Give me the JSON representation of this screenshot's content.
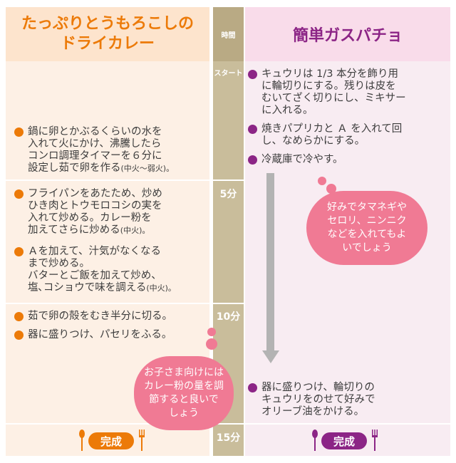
{
  "header": {
    "left_title_line1": "たっぷりとうもろこしの",
    "left_title_line2": "ドライカレー",
    "time_title": "時間",
    "right_title": "簡単ガスパチョ"
  },
  "times": [
    "スタート",
    "5分",
    "10分",
    "15分"
  ],
  "left_steps": {
    "s1": [
      "鍋に卵とかぶるくらいの水を",
      "入れて火にかけ、沸騰したら",
      "コンロ調理タイマーを６分に",
      "設定し茹で卵を作る"
    ],
    "s1_note": "(中火〜弱火)。",
    "s2": [
      "フライパンをあたため、炒め",
      "ひき肉とトウモロコシの実を",
      "入れて炒める。カレー粉を",
      "加えてさらに炒める"
    ],
    "s2_note": "(中火)。",
    "s3": [
      "Ａを加えて、汁気がなくなる",
      "まで炒める。",
      "バターとご飯を加えて炒め、",
      "塩､コショウで味を調える"
    ],
    "s3_note": "(中火)。",
    "s4": "茹で卵の殻をむき半分に切る。",
    "s5": "器に盛りつけ、パセリをふる。"
  },
  "right_steps": {
    "s1": [
      "キュウリは 1/3 本分を飾り用",
      "に輪切りにする。残りは皮を",
      "むいてざく切りにし、ミキサー",
      "に入れる。"
    ],
    "s2": [
      "焼きパプリカと Ａ を入れて回",
      "し、なめらかにする。"
    ],
    "s3": "冷蔵庫で冷やす。",
    "s4": [
      "器に盛りつけ、輪切りの",
      "キュウリをのせて好みで",
      "オリーブ油をかける。"
    ]
  },
  "bubbles": {
    "right": [
      "好みでタマネギや",
      "セロリ、ニンニク",
      "などを入れてもよ",
      "いでしょう"
    ],
    "left": [
      "お子さま向けには",
      "カレー粉の量を調",
      "節すると良いで",
      "しょう"
    ]
  },
  "finish_label": "完成",
  "colors": {
    "orange": "#ec7a08",
    "purple": "#8c2586",
    "pink": "#f07a94",
    "time_column": "#c9bd9b"
  }
}
